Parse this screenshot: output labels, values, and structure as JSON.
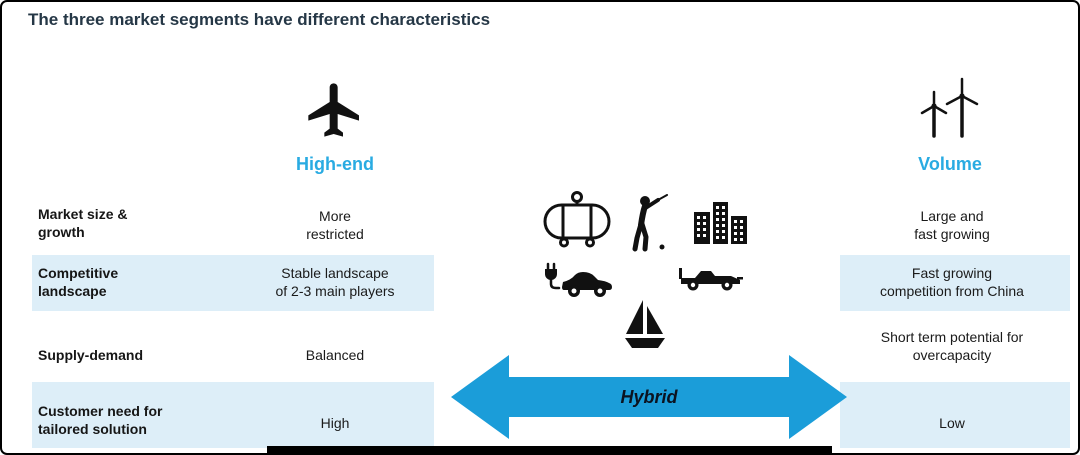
{
  "title": "The three market segments have different characteristics",
  "columns": {
    "high_end": {
      "label": "High-end",
      "icon": "airplane-icon"
    },
    "volume": {
      "label": "Volume",
      "icon": "wind-turbines-icon"
    }
  },
  "rows": [
    {
      "label": "Market size &\ngrowth",
      "high_end": "More\nrestricted",
      "volume": "Large and\nfast growing",
      "striped": false
    },
    {
      "label": "Competitive\nlandscape",
      "high_end": "Stable landscape\nof 2-3 main players",
      "volume": "Fast growing\ncompetition from China",
      "striped": true
    },
    {
      "label": "Supply-demand",
      "high_end": "Balanced",
      "volume": "Short term potential for\novercapacity",
      "striped": false
    },
    {
      "label": "Customer need for\ntailored solution",
      "high_end": "High",
      "volume": "Low",
      "striped": true
    }
  ],
  "hybrid": {
    "label": "Hybrid",
    "icons": [
      "pressure-tank-icon",
      "golfer-icon",
      "city-buildings-icon",
      "electric-car-icon",
      "race-car-icon",
      "sailboat-icon"
    ]
  },
  "colors": {
    "accent": "#29abe2",
    "arrow": "#1b9dd9",
    "stripe": "#ddeef8",
    "title": "#253746"
  }
}
